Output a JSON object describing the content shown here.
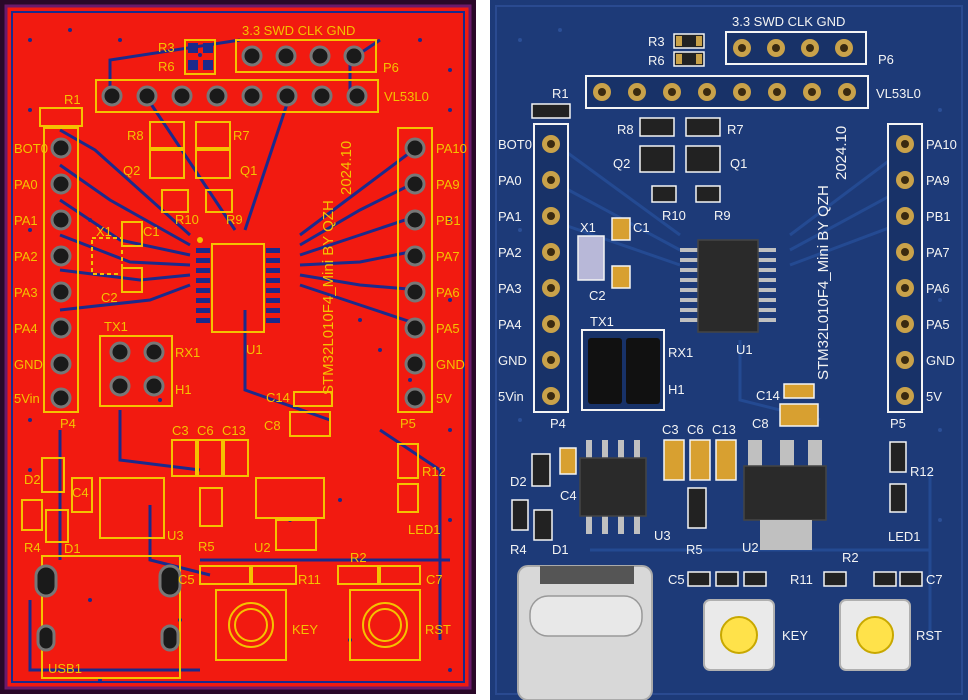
{
  "colors": {
    "red_copper": "#f21a10",
    "red_trace": "#1b2a8c",
    "silk_yellow": "#f5c200",
    "board_blue": "#1d3a78",
    "silk_white": "#f4f4f4",
    "gold_pad": "#c9a24a"
  },
  "left": {
    "header_p6": "3.3  SWD  CLK  GND",
    "ref_p6": "P6",
    "ref_vl53": "VL53L0",
    "ref_r1": "R1",
    "ref_r3": "R3",
    "ref_r6": "R6",
    "ref_r7": "R7",
    "ref_r8": "R8",
    "ref_q1": "Q1",
    "ref_q2": "Q2",
    "ref_r9": "R9",
    "ref_r10": "R10",
    "ref_x1": "X1",
    "ref_c1": "C1",
    "ref_c2": "C2",
    "ref_tx1": "TX1",
    "ref_rx1": "RX1",
    "ref_h1": "H1",
    "ref_u1": "U1",
    "ref_p4": "P4",
    "ref_p5": "P5",
    "ref_c14": "C14",
    "ref_c8": "C8",
    "ref_c3": "C3",
    "ref_c6": "C6",
    "ref_c13": "C13",
    "ref_d2": "D2",
    "ref_c4": "C4",
    "ref_r4": "R4",
    "ref_d1": "D1",
    "ref_u3": "U3",
    "ref_r5": "R5",
    "ref_u2": "U2",
    "ref_r2": "R2",
    "ref_r11": "R11",
    "ref_c5": "C5",
    "ref_c7": "C7",
    "ref_key": "KEY",
    "ref_rst": "RST",
    "ref_r12": "R12",
    "ref_led1": "LED1",
    "ref_usb1": "USB1",
    "pins_left": [
      "BOT0",
      "PA0",
      "PA1",
      "PA2",
      "PA3",
      "PA4",
      "GND",
      "5Vin"
    ],
    "pins_right": [
      "PA10",
      "PA9",
      "PB1",
      "PA7",
      "PA6",
      "PA5",
      "GND",
      "5V"
    ],
    "board_title": "STM32L010F4_Mini BY QZH",
    "board_date": "2024.10"
  },
  "right": {
    "header_p6": "3.3  SWD  CLK  GND",
    "ref_p6": "P6",
    "ref_vl53": "VL53L0",
    "ref_r1": "R1",
    "ref_r3": "R3",
    "ref_r6": "R6",
    "ref_r7": "R7",
    "ref_r8": "R8",
    "ref_q1": "Q1",
    "ref_q2": "Q2",
    "ref_r9": "R9",
    "ref_r10": "R10",
    "ref_x1": "X1",
    "ref_c1": "C1",
    "ref_c2": "C2",
    "ref_tx1": "TX1",
    "ref_rx1": "RX1",
    "ref_h1": "H1",
    "ref_u1": "U1",
    "ref_p4": "P4",
    "ref_p5": "P5",
    "ref_c14": "C14",
    "ref_c8": "C8",
    "ref_c3": "C3",
    "ref_c6": "C6",
    "ref_c13": "C13",
    "ref_d2": "D2",
    "ref_c4": "C4",
    "ref_r4": "R4",
    "ref_d1": "D1",
    "ref_u3": "U3",
    "ref_r5": "R5",
    "ref_u2": "U2",
    "ref_r2": "R2",
    "ref_r11": "R11",
    "ref_c5": "C5",
    "ref_c7": "C7",
    "ref_key": "KEY",
    "ref_rst": "RST",
    "ref_r12": "R12",
    "ref_led1": "LED1",
    "pins_left": [
      "BOT0",
      "PA0",
      "PA1",
      "PA2",
      "PA3",
      "PA4",
      "GND",
      "5Vin"
    ],
    "pins_right": [
      "PA10",
      "PA9",
      "PB1",
      "PA7",
      "PA6",
      "PA5",
      "GND",
      "5V"
    ],
    "board_title": "STM32L010F4_Mini BY QZH",
    "board_date": "2024.10"
  }
}
